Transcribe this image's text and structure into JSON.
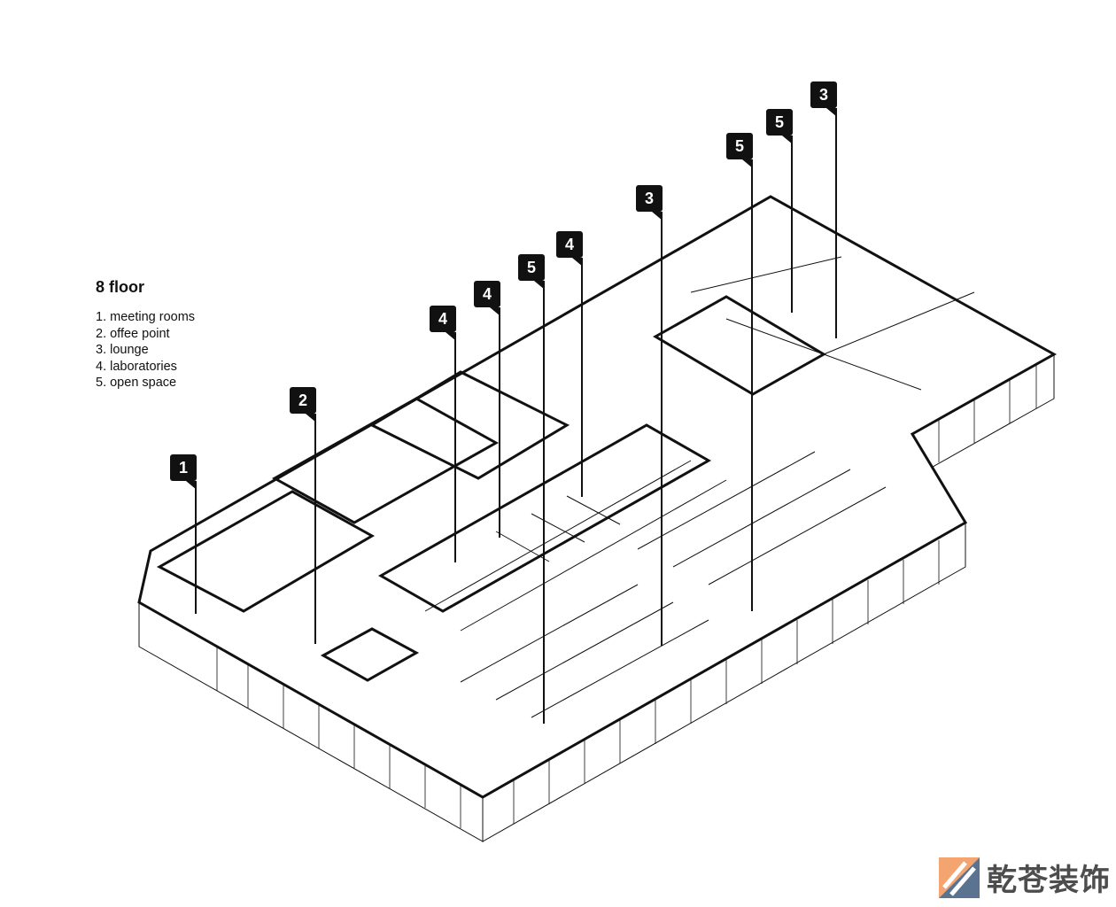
{
  "legend": {
    "title": "8 floor",
    "items": [
      "1. meeting rooms",
      "2. offee point",
      "3. lounge",
      "4. laboratories",
      "5. open space"
    ]
  },
  "markers": [
    "1",
    "2",
    "4",
    "4",
    "5",
    "4",
    "3",
    "5",
    "5",
    "3"
  ],
  "watermark": {
    "text": "乾苍装饰",
    "colors": {
      "orange": "#f4a46e",
      "blue": "#5a7390"
    }
  }
}
